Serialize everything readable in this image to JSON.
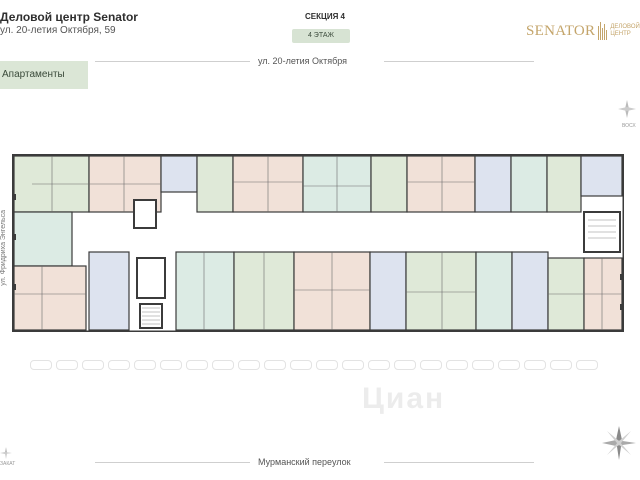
{
  "header": {
    "title": "Деловой центр Senator",
    "address": "ул. 20-летия Октября, 59",
    "section": "СЕКЦИЯ 4",
    "floor": "4 ЭТАЖ"
  },
  "logo": {
    "name": "SENATOR",
    "tagline": "ДЕЛОВОЙ ЦЕНТР"
  },
  "badge": {
    "label": "Апартаменты"
  },
  "streets": {
    "top": "ул. 20-летия Октября",
    "bottom": "Мурманский переулок",
    "left": "ул. Фридриха Энгельса"
  },
  "compass": {
    "top_right": "ВОСХ",
    "bottom_left": "ЗАКАТ"
  },
  "watermark": "Циан",
  "colors": {
    "green": "#dfe9d8",
    "pink": "#f1e1d8",
    "blue": "#dde3ef",
    "aqua": "#dcebe4",
    "wall": "#3b3b3b",
    "accent": "#c4a56b"
  }
}
